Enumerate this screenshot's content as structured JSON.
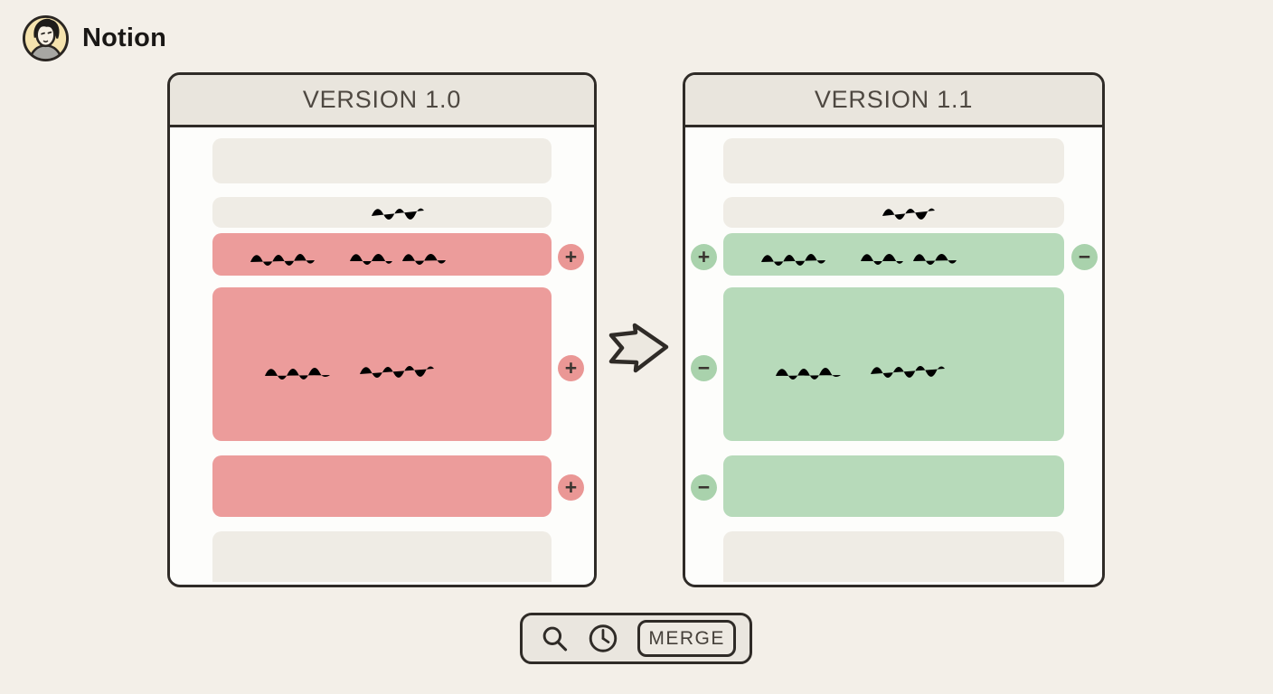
{
  "brand": {
    "name": "Notion",
    "avatar_icon": "person-avatar-icon"
  },
  "diagram": {
    "panels": [
      {
        "title": "VERSION 1.0",
        "change_type": "removed",
        "badge_symbols": [
          "+",
          "+",
          "+"
        ]
      },
      {
        "title": "VERSION 1.1",
        "change_type": "added",
        "badge_symbols": [
          "+",
          "−",
          "−",
          "−"
        ]
      }
    ],
    "arrow_icon": "arrow-right-icon"
  },
  "toolbar": {
    "search_icon": "search-icon",
    "history_icon": "clock-icon",
    "merge_label": "MERGE"
  },
  "colors": {
    "background": "#F3EFE8",
    "panel_fill": "#FDFDFB",
    "header_fill": "#E9E5DD",
    "outline": "#2F2B27",
    "removed_fill": "#EC9C9B",
    "removed_badge_fill": "#EA9795",
    "added_fill": "#B7DABA",
    "added_badge_fill": "#A9D2AC",
    "unchanged_fill": "#EFECE5",
    "scribble_stroke": "#3A3530"
  }
}
